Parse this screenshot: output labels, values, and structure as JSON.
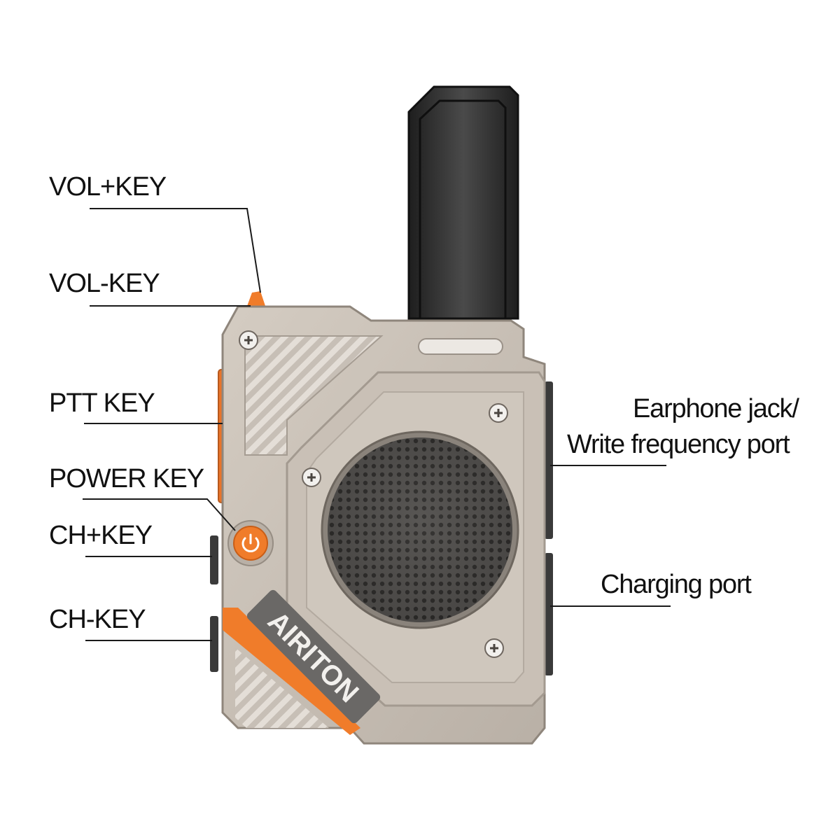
{
  "colors": {
    "body": "#c8bfb5",
    "body_shade": "#a99f95",
    "antenna": "#2b2b2b",
    "accent_orange": "#f07c2a",
    "speaker_grille": "#5e5c59",
    "brand_plate": "#6a6866",
    "line": "#1a1a1a"
  },
  "brand": {
    "name": "AIRITON"
  },
  "labels": {
    "vol_plus": "VOL+KEY",
    "vol_minus": "VOL-KEY",
    "ptt": "PTT KEY",
    "power": "POWER KEY",
    "ch_plus": "CH+KEY",
    "ch_minus": "CH-KEY",
    "earphone_line1": "Earphone jack/",
    "earphone_line2": "Write frequency port",
    "charging": "Charging port"
  },
  "icons": {
    "power": "power-button-icon",
    "screw": "screw-icon"
  }
}
